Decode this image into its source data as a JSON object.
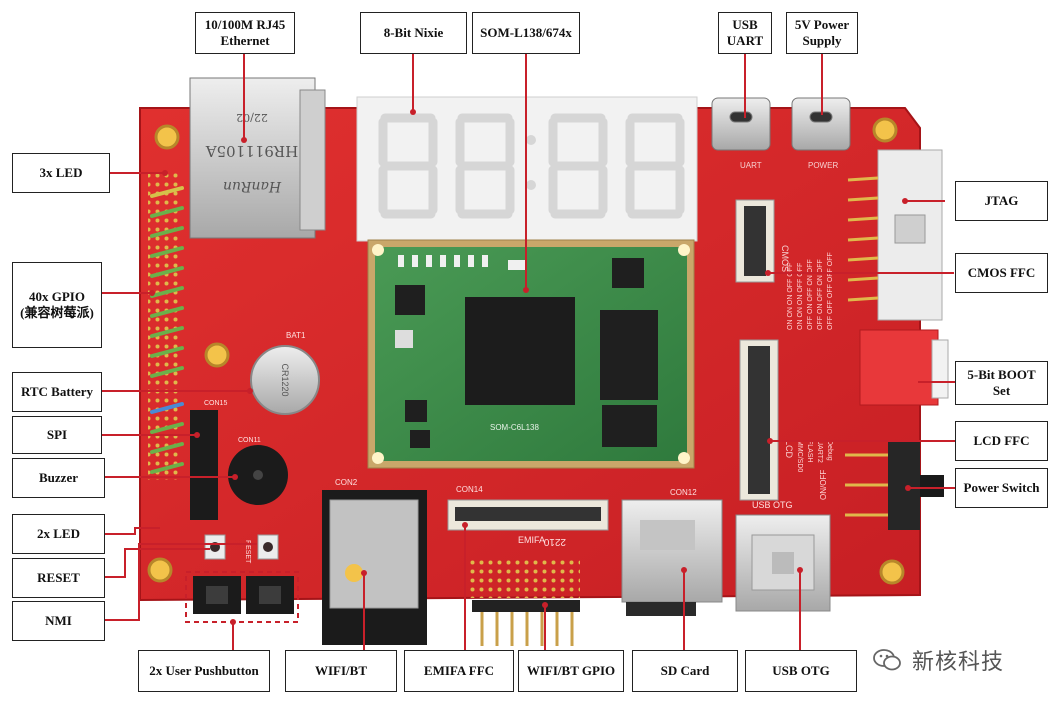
{
  "labels": {
    "rj45": "10/100M RJ45\nEthernet",
    "nixie": "8-Bit Nixie",
    "som": "SOM-L138/674x",
    "usb_uart": "USB\nUART",
    "power_supply": "5V Power\nSupply",
    "led3": "3x LED",
    "gpio": "40x GPIO\n(兼容树莓派)",
    "rtc": "RTC Battery",
    "spi": "SPI",
    "buzzer": "Buzzer",
    "led2": "2x LED",
    "reset": "RESET",
    "nmi": "NMI",
    "jtag": "JTAG",
    "cmos_ffc": "CMOS FFC",
    "boot_set": "5-Bit BOOT\nSet",
    "lcd_ffc": "LCD FFC",
    "power_switch": "Power Switch",
    "pushbutton": "2x User Pushbutton",
    "wifi": "WIFI/BT",
    "emifa": "EMIFA FFC",
    "wifi_gpio": "WIFI/BT GPIO",
    "sd": "SD Card",
    "usb_otg": "USB OTG"
  },
  "board_text": {
    "rj45_brand": "HanRun",
    "rj45_model": "HR911105A",
    "rj45_date": "22/02",
    "battery_model": "CR1220",
    "battery_ref": "BAT1",
    "som_name": "SOM-C6L138",
    "emifa_silk": "EMIFA",
    "emifa_date": "2210",
    "cmos_silk": "CMOS",
    "lcd_silk": "LCD",
    "usb_otg_silk": "USB OTG",
    "uart_silk": "UART",
    "power_silk": "POWER",
    "onoff_silk": "ON/OFF",
    "reset_silk": "RESET",
    "con14": "CON14",
    "con12": "CON12",
    "con2": "CON2",
    "con15": "CON15",
    "con11": "CON11",
    "boot_rows": [
      "ON ON ON OFF OFF",
      "ON ON ON OFF OFF",
      "OFF ON OFF ON OFF",
      "OFF ON OFF ON OFF",
      "OFF OFF OFF OFF OFF"
    ],
    "boot_modes": [
      "MMC/SD0",
      "FLASH",
      "UART2",
      "Debug"
    ]
  },
  "watermark": "新核科技",
  "colors": {
    "pcb": "#d8262a",
    "som": "#3d8a4a",
    "label_border": "#222222",
    "leader": "#c8202a"
  }
}
